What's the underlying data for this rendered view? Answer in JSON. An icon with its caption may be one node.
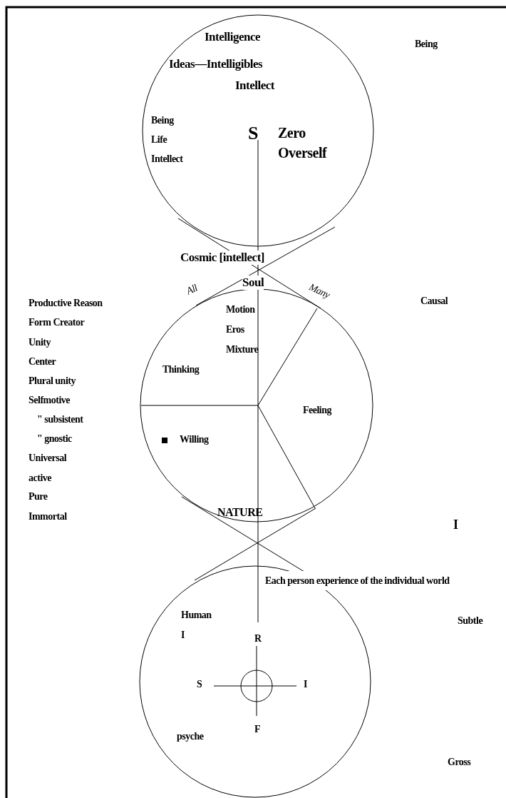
{
  "diagram": {
    "nodes": [
      {
        "text": [
          "Intelligence",
          "Ideas—Intelligibles",
          "Intellect",
          "Being Life Intellect",
          "S",
          "Zero Overself"
        ]
      },
      {
        "text": [
          "Motion Eros Mixture",
          "Thinking",
          "Feeling",
          "Willing",
          "NATURE"
        ]
      },
      {
        "text": [
          "Human I",
          "R",
          "S",
          "I",
          "F",
          "psyche"
        ]
      }
    ],
    "labels": [
      "Being",
      "Cosmic [intellect]",
      "All",
      "Soul",
      "Many",
      "Productive Reason",
      "Causal",
      "Form Creator",
      "Unity",
      "Center",
      "Plural unity",
      "Selfmotive",
      "\"  subsistent",
      "\"  gnostic",
      "Universal",
      "active",
      "Pure",
      "Immortal",
      "I",
      "Each person experience of the individual world",
      "Subtle",
      "Gross"
    ]
  }
}
